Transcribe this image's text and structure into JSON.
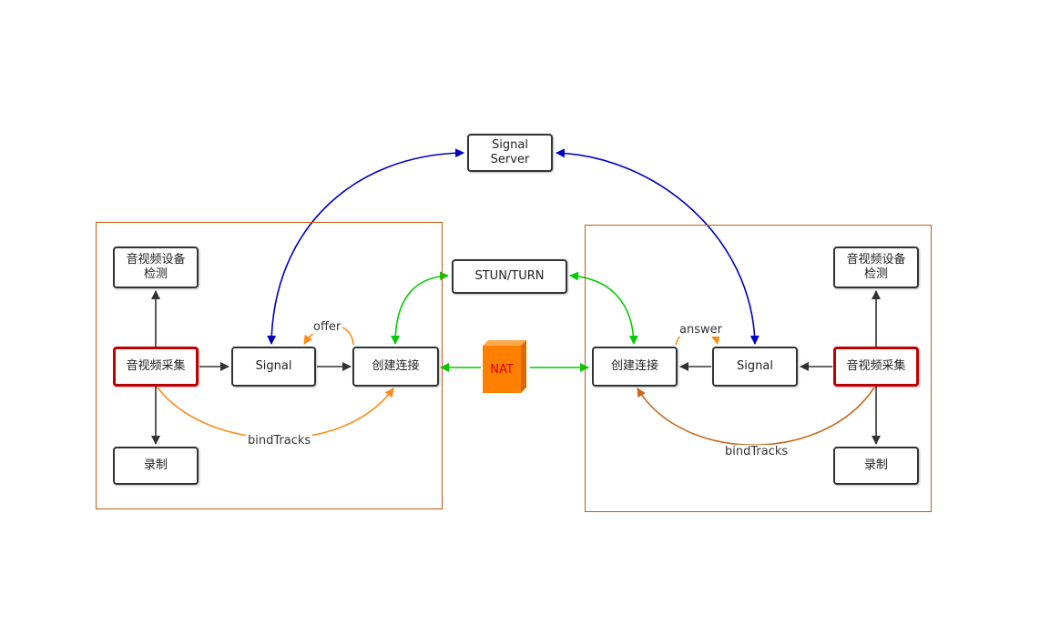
{
  "colors": {
    "box_border": "#333333",
    "capture_border": "#c00000",
    "group_border": "#c55a11",
    "signal_arrow": "#0000c0",
    "stun_arrow": "#00cc00",
    "offer_arrow": "#ff8c1a",
    "bind_arrow": "#e07a1f",
    "nat_fill": "#ff7f00",
    "nat_text": "#e00000"
  },
  "signal_server": {
    "line1": "Signal",
    "line2": "Server"
  },
  "stun": {
    "label": "STUN/TURN"
  },
  "nat": {
    "label": "NAT"
  },
  "left": {
    "detect_line1": "音视频设备",
    "detect_line2": "检测",
    "capture": "音视频采集",
    "record": "录制",
    "signal": "Signal",
    "connect": "创建连接",
    "offer": "offer",
    "bind": "bindTracks"
  },
  "right": {
    "detect_line1": "音视频设备",
    "detect_line2": "检测",
    "capture": "音视频采集",
    "record": "录制",
    "signal": "Signal",
    "connect": "创建连接",
    "answer": "answer",
    "bind": "bindTracks"
  }
}
